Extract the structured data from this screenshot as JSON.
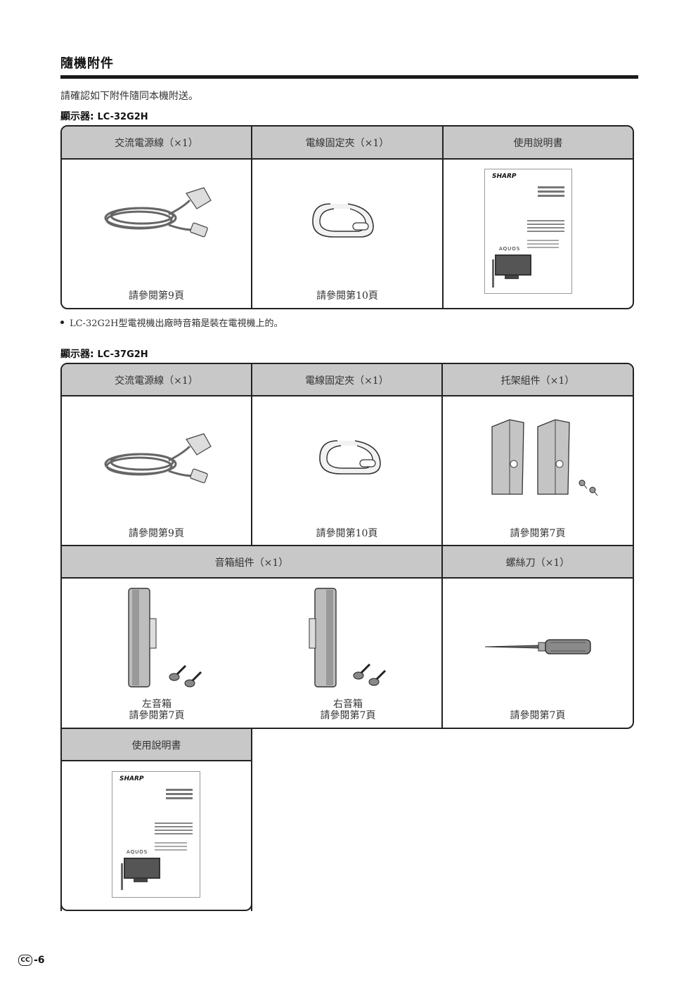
{
  "page": {
    "title": "隨機附件",
    "intro": "請確認如下附件隨同本機附送。",
    "note": "LC-32G2H型電視機出廠時音箱是裝在電視機上的。",
    "footer_badge": "CC",
    "footer_page": "-6"
  },
  "model1": {
    "label": "顯示器:",
    "code": "LC-32G2H",
    "headers": [
      "交流電源線（×1）",
      "電線固定夾（×1）",
      "使用說明書"
    ],
    "refs": [
      "請參閱第9頁",
      "請參閱第10頁"
    ],
    "manual_brand": "SHARP",
    "manual_aquos": "AQUOS"
  },
  "model2": {
    "label": "顯示器:",
    "code": "LC-37G2H",
    "headers_row1": [
      "交流電源線（×1）",
      "電線固定夾（×1）",
      "托架組件（×1）"
    ],
    "refs_row1": [
      "請參閱第9頁",
      "請參閱第10頁",
      "請參閱第7頁"
    ],
    "header_speaker": "音箱組件（×1）",
    "header_screwdriver": "螺絲刀（×1）",
    "left_speaker": "左音箱",
    "right_speaker": "右音箱",
    "left_ref": "請參閱第7頁",
    "right_ref": "請參閱第7頁",
    "screwdriver_ref": "請參閱第7頁",
    "header_manual": "使用說明書",
    "manual_brand": "SHARP",
    "manual_aquos": "AQUOS"
  }
}
